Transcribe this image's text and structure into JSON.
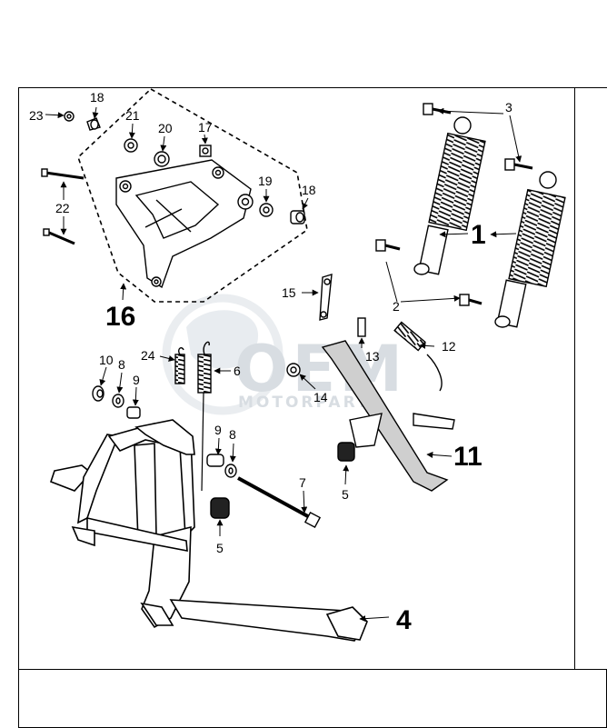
{
  "watermark": {
    "logo": "OEM",
    "text": "MOTORPARTS"
  },
  "callouts": [
    {
      "id": "c23",
      "label": "23"
    },
    {
      "id": "c18a",
      "label": "18"
    },
    {
      "id": "c21",
      "label": "21"
    },
    {
      "id": "c20",
      "label": "20"
    },
    {
      "id": "c17",
      "label": "17"
    },
    {
      "id": "c19",
      "label": "19"
    },
    {
      "id": "c18b",
      "label": "18"
    },
    {
      "id": "c22",
      "label": "22"
    },
    {
      "id": "c16",
      "label": "16"
    },
    {
      "id": "c3",
      "label": "3"
    },
    {
      "id": "c1",
      "label": "1"
    },
    {
      "id": "c2",
      "label": "2"
    },
    {
      "id": "c15",
      "label": "15"
    },
    {
      "id": "c13",
      "label": "13"
    },
    {
      "id": "c12",
      "label": "12"
    },
    {
      "id": "c24",
      "label": "24"
    },
    {
      "id": "c6",
      "label": "6"
    },
    {
      "id": "c10",
      "label": "10"
    },
    {
      "id": "c8a",
      "label": "8"
    },
    {
      "id": "c9a",
      "label": "9"
    },
    {
      "id": "c14",
      "label": "14"
    },
    {
      "id": "c11",
      "label": "11"
    },
    {
      "id": "c9b",
      "label": "9"
    },
    {
      "id": "c8b",
      "label": "8"
    },
    {
      "id": "c7",
      "label": "7"
    },
    {
      "id": "c5a",
      "label": "5"
    },
    {
      "id": "c5b",
      "label": "5"
    },
    {
      "id": "c4",
      "label": "4"
    }
  ]
}
